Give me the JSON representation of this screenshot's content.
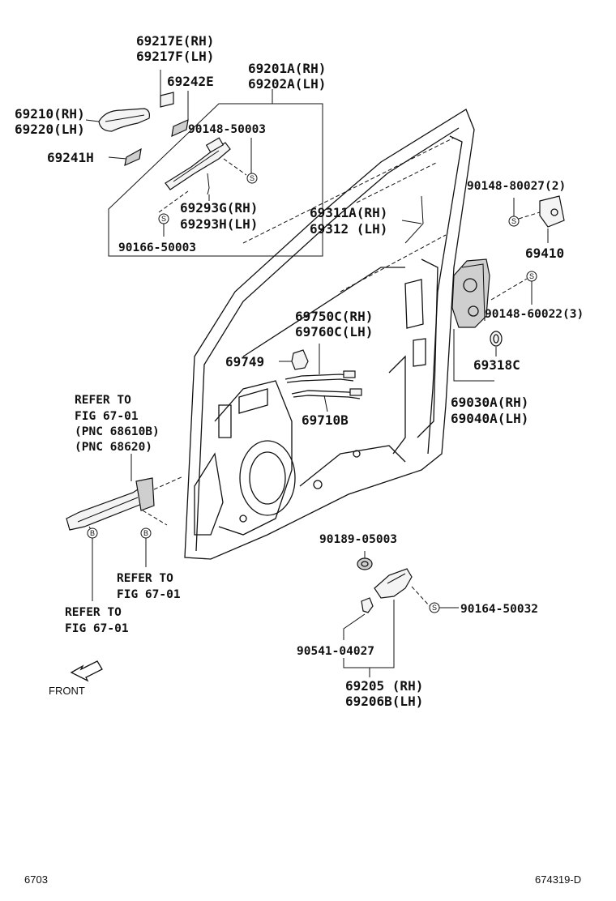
{
  "labels": {
    "p69217E": "69217E(RH)",
    "p69217F": "69217F(LH)",
    "p69242E": "69242E",
    "p69201A": "69201A(RH)",
    "p69202A": "69202A(LH)",
    "p69210": "69210(RH)",
    "p69220": "69220(LH)",
    "p69241H": "69241H",
    "p90148_50003": "90148-50003",
    "p69293G": "69293G(RH)",
    "p69293H": "69293H(LH)",
    "p90166_50003": "90166-50003",
    "p69311A": "69311A(RH)",
    "p69312": "69312 (LH)",
    "p90148_80027": "90148-80027(2)",
    "p69410": "69410",
    "p90148_60022": "90148-60022(3)",
    "p69750C": "69750C(RH)",
    "p69760C": "69760C(LH)",
    "p69749": "69749",
    "p69318C": "69318C",
    "p69030A": "69030A(RH)",
    "p69040A": "69040A(LH)",
    "p69710B": "69710B",
    "refer1_a": "REFER TO",
    "refer1_b": "FIG 67-01",
    "refer1_c": "(PNC 68610B)",
    "refer1_d": "(PNC 68620)",
    "refer2_a": "REFER TO",
    "refer2_b": "FIG 67-01",
    "refer3_a": "REFER TO",
    "refer3_b": "FIG 67-01",
    "p90189_05003": "90189-05003",
    "p90164_50032": "90164-50032",
    "p90541_04027": "90541-04027",
    "p69205": "69205 (RH)",
    "p69206B": "69206B(LH)",
    "front": "FRONT",
    "page_code": "6703",
    "drawing_code": "674319-D"
  },
  "symbols": {
    "s": "S",
    "b": "B"
  }
}
